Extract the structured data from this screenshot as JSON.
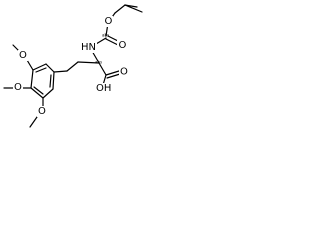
{
  "molecule": {
    "atoms": {
      "nh": "HN",
      "o_ester": "O",
      "o_carbonyl_boc": "O",
      "o_carbonyl_acid": "O",
      "oh_acid": "OH",
      "o_meo_top": "O",
      "o_meo_mid": "O",
      "o_meo_bot": "O"
    },
    "stereo_marks": {
      "boc_center": "abs",
      "alpha_center": "abs"
    },
    "colors": {
      "bond": "#000000",
      "label": "#000000",
      "background": "#ffffff"
    }
  }
}
